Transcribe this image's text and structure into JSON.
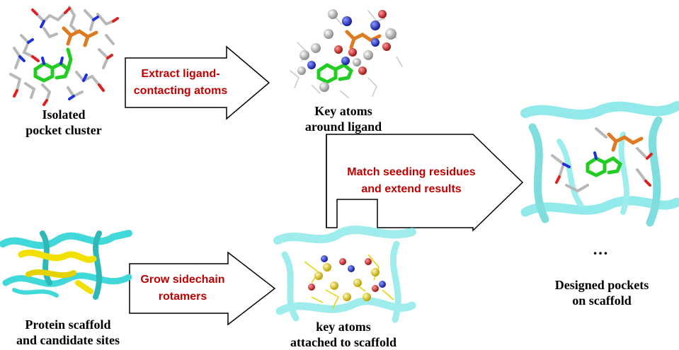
{
  "captions": {
    "isolated_pocket": [
      "Isolated",
      "pocket cluster"
    ],
    "key_atoms_ligand": [
      "Key atoms",
      "around ligand"
    ],
    "protein_scaffold": [
      "Protein scaffold",
      "and candidate sites"
    ],
    "key_atoms_scaffold": [
      "key atoms",
      "attached to scaffold"
    ],
    "ellipsis": "…",
    "designed_pockets": [
      "Designed pockets",
      "on scaffold"
    ]
  },
  "arrows": {
    "extract": [
      "Extract ligand-",
      "contacting atoms"
    ],
    "grow": [
      "Grow sidechain",
      "rotamers"
    ],
    "match": [
      "Match seeding residues",
      "and extend results"
    ]
  },
  "colors": {
    "arrow_text": "#c00000",
    "ligand_carbon": "#22cc22",
    "phosphate": "#e07a20",
    "stick_grey": "#b8b8b8",
    "oxygen": "#e02020",
    "nitrogen": "#2030e0",
    "cartoon_cyan": "#40d8d8",
    "candidate_yellow": "#f2e000"
  }
}
